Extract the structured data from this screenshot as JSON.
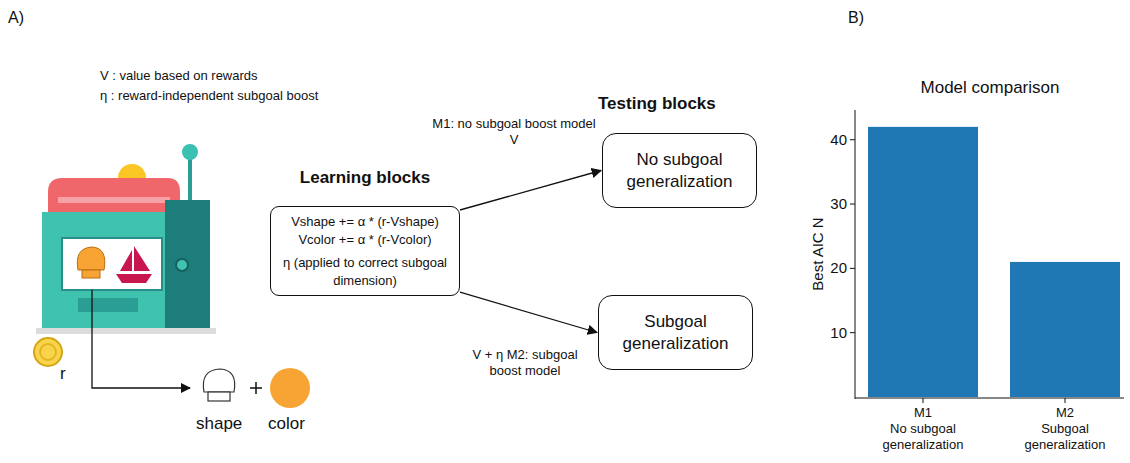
{
  "diagram": {
    "nodes": [
      {
        "text": [
          "Learning blocks",
          "Vshape += α * (r-Vshape)",
          "Vcolor += α * (r-Vcolor)",
          "η (applied to correct subgoal dimension)"
        ]
      },
      {
        "text": [
          "No subgoal generalization"
        ]
      },
      {
        "text": [
          "Subgoal generalization"
        ]
      }
    ],
    "edges": [
      {
        "from": 0,
        "to": 1,
        "arrow": "to",
        "label": "M1: no subgoal boost model V"
      },
      {
        "from": 0,
        "to": 2,
        "arrow": "to",
        "label": "V + η M2: subgoal boost model"
      }
    ],
    "labels": [
      "A)",
      "B)",
      "V : value based on rewards",
      "η : reward-independent subgoal boost",
      "r",
      "shape",
      "color",
      "Testing blocks",
      "Model comparison",
      "Best AIC N",
      "10",
      "20",
      "30",
      "40",
      "M1",
      "No subgoal generalization",
      "M2",
      "Subgoal generalization"
    ]
  }
}
